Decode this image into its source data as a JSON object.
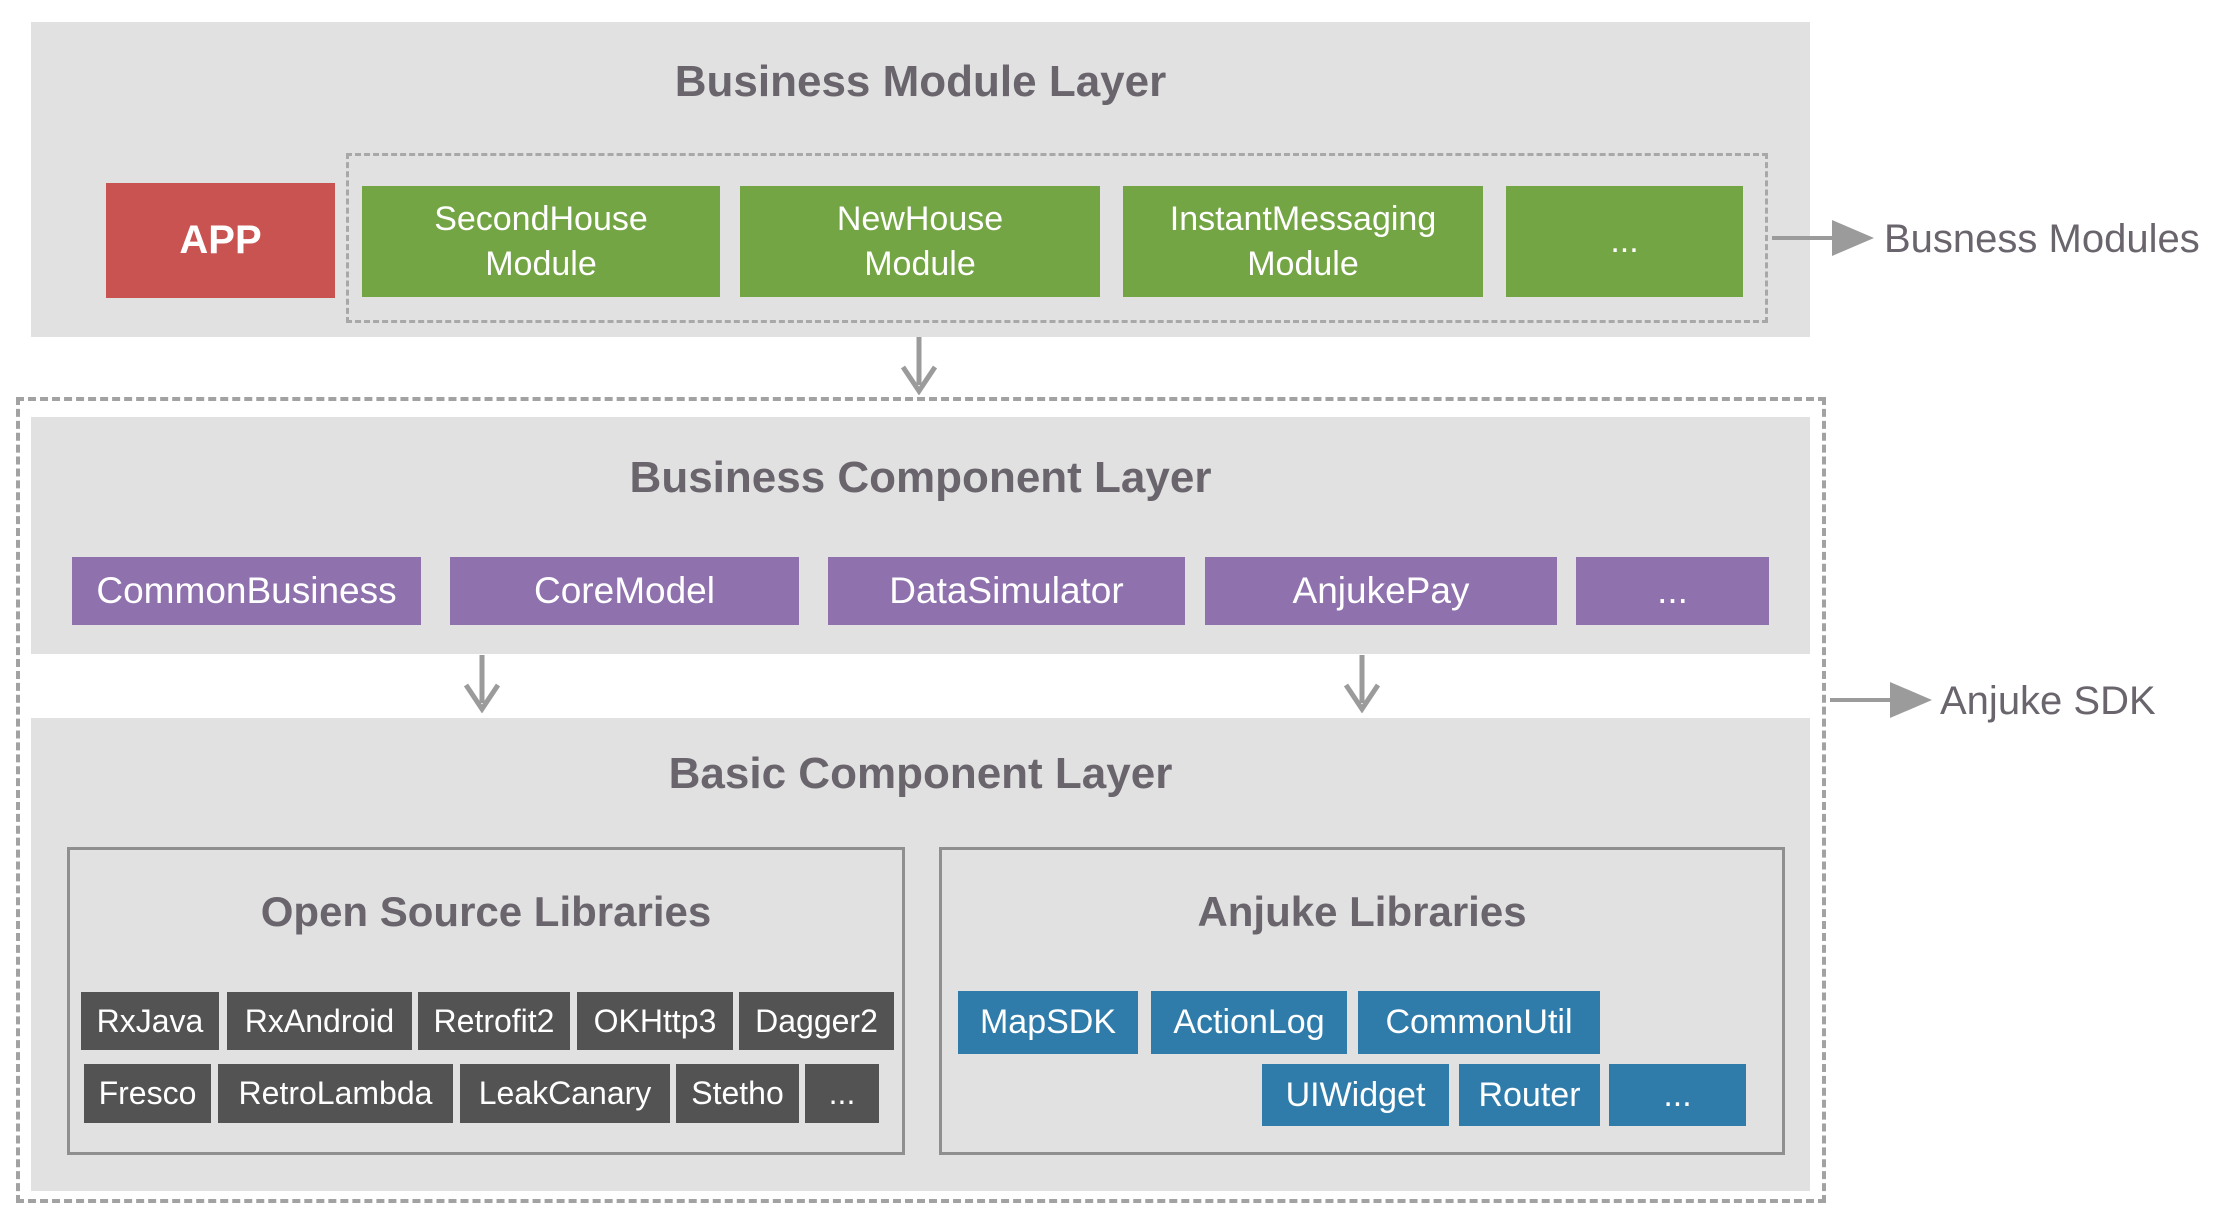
{
  "business_module_layer": {
    "title": "Business Module Layer",
    "app_label": "APP",
    "modules": [
      "SecondHouse\nModule",
      "NewHouse\nModule",
      "InstantMessaging\nModule",
      "..."
    ]
  },
  "business_component_layer": {
    "title": "Business Component Layer",
    "components": [
      "CommonBusiness",
      "CoreModel",
      "DataSimulator",
      "AnjukePay",
      "..."
    ]
  },
  "basic_component_layer": {
    "title": "Basic Component Layer",
    "open_source_libraries": {
      "title": "Open Source Libraries",
      "row1": [
        "RxJava",
        "RxAndroid",
        "Retrofit2",
        "OKHttp3",
        "Dagger2"
      ],
      "row2": [
        "Fresco",
        "RetroLambda",
        "LeakCanary",
        "Stetho",
        "..."
      ]
    },
    "anjuke_libraries": {
      "title": "Anjuke Libraries",
      "row1": [
        "MapSDK",
        "ActionLog",
        "CommonUtil"
      ],
      "row2": [
        "UIWidget",
        "Router",
        "..."
      ]
    }
  },
  "annotations": {
    "business_modules": "Busness Modules",
    "anjuke_sdk": "Anjuke SDK"
  },
  "colors": {
    "panel_bg": "#e1e1e1",
    "app_red": "#c95351",
    "module_green": "#74a544",
    "component_purple": "#8e71ad",
    "anjuke_blue": "#2f7cab",
    "open_source_dark": "#535353",
    "title_gray": "#6a656d",
    "arrow_gray": "#9b9b9b",
    "dashed_border": "#a2a2a2"
  }
}
